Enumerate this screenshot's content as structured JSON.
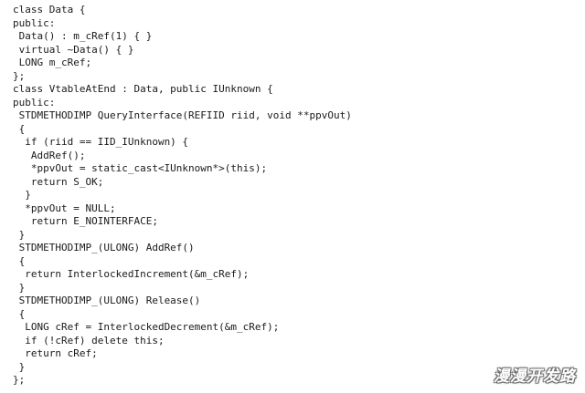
{
  "code": {
    "lines": [
      "class Data {",
      "public:",
      " Data() : m_cRef(1) { }",
      " virtual ~Data() { }",
      " LONG m_cRef;",
      "};",
      "class VtableAtEnd : Data, public IUnknown {",
      "public:",
      " STDMETHODIMP QueryInterface(REFIID riid, void **ppvOut)",
      " {",
      "  if (riid == IID_IUnknown) {",
      "   AddRef();",
      "   *ppvOut = static_cast<IUnknown*>(this);",
      "   return S_OK;",
      "  }",
      "  *ppvOut = NULL;",
      "   return E_NOINTERFACE;",
      " }",
      " STDMETHODIMP_(ULONG) AddRef()",
      " {",
      "  return InterlockedIncrement(&m_cRef);",
      " }",
      " STDMETHODIMP_(ULONG) Release()",
      " {",
      "  LONG cRef = InterlockedDecrement(&m_cRef);",
      "  if (!cRef) delete this;",
      "  return cRef;",
      " }",
      "};"
    ]
  },
  "watermark": {
    "text": "漫漫开发路"
  }
}
